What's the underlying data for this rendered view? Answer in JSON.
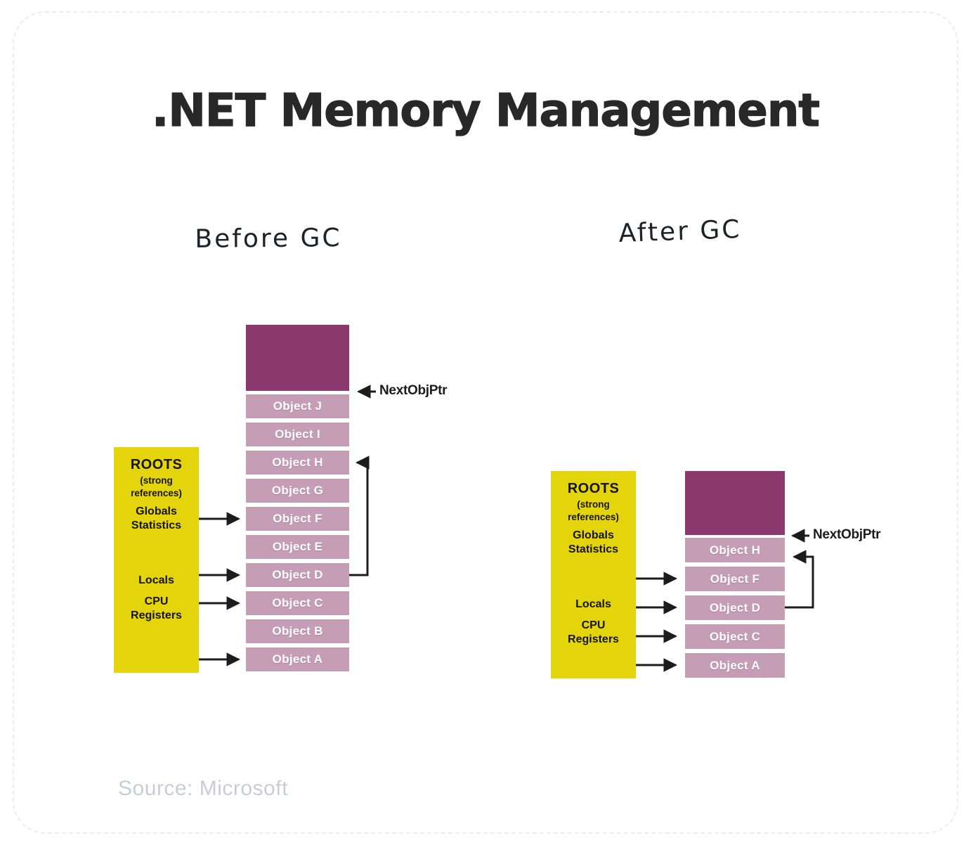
{
  "card": {
    "title": ".NET Memory Management",
    "source": "Source: Microsoft"
  },
  "captions": {
    "before": "Before GC",
    "after": "After GC"
  },
  "labels": {
    "next_obj_ptr": "NextObjPtr"
  },
  "roots": {
    "title": "ROOTS",
    "subtitle_line1": "(strong",
    "subtitle_line2": "references)",
    "globals_line1": "Globals",
    "globals_line2": "Statistics",
    "locals": "Locals",
    "cpu_line1": "CPU",
    "cpu_line2": "Registers"
  },
  "before_stack": {
    "objects": [
      "Object J",
      "Object I",
      "Object H",
      "Object G",
      "Object F",
      "Object E",
      "Object D",
      "Object C",
      "Object B",
      "Object A"
    ]
  },
  "after_stack": {
    "objects": [
      "Object H",
      "Object F",
      "Object D",
      "Object C",
      "Object A"
    ]
  },
  "colors": {
    "purple_dark": "#8c3970",
    "pink": "#c59eb6",
    "yellow": "#e3d40c",
    "ink": "#1c1c1c",
    "title_ink": "#282828",
    "muted": "#c7cdd7",
    "border_dash": "#e9ecf2"
  }
}
